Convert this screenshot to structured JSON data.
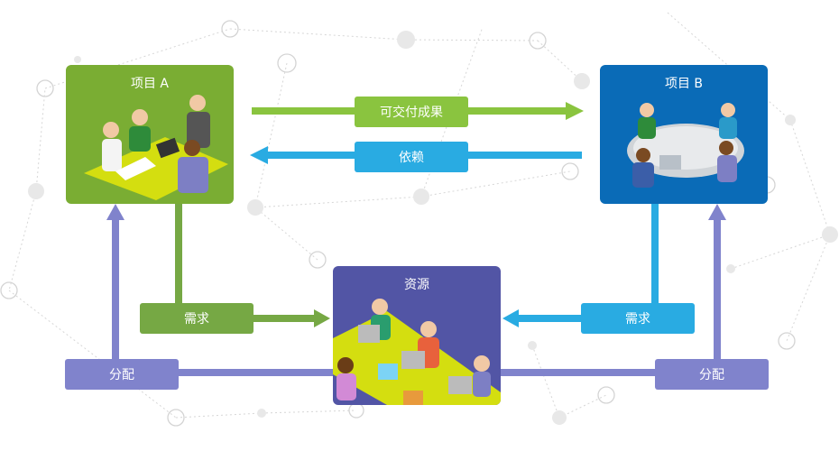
{
  "project_a": {
    "title": "项目 A"
  },
  "project_b": {
    "title": "项目 B"
  },
  "resources": {
    "title": "资源"
  },
  "labels": {
    "deliverables": "可交付成果",
    "dependency": "依赖",
    "demand_left": "需求",
    "demand_right": "需求",
    "allocate_left": "分配",
    "allocate_right": "分配"
  },
  "colors": {
    "green": "#7aad33",
    "light_green": "#8ac43f",
    "demand_green": "#76a844",
    "blue": "#0a6bb7",
    "cyan": "#29abe2",
    "purple": "#5255a5",
    "lavender": "#8083cc"
  }
}
